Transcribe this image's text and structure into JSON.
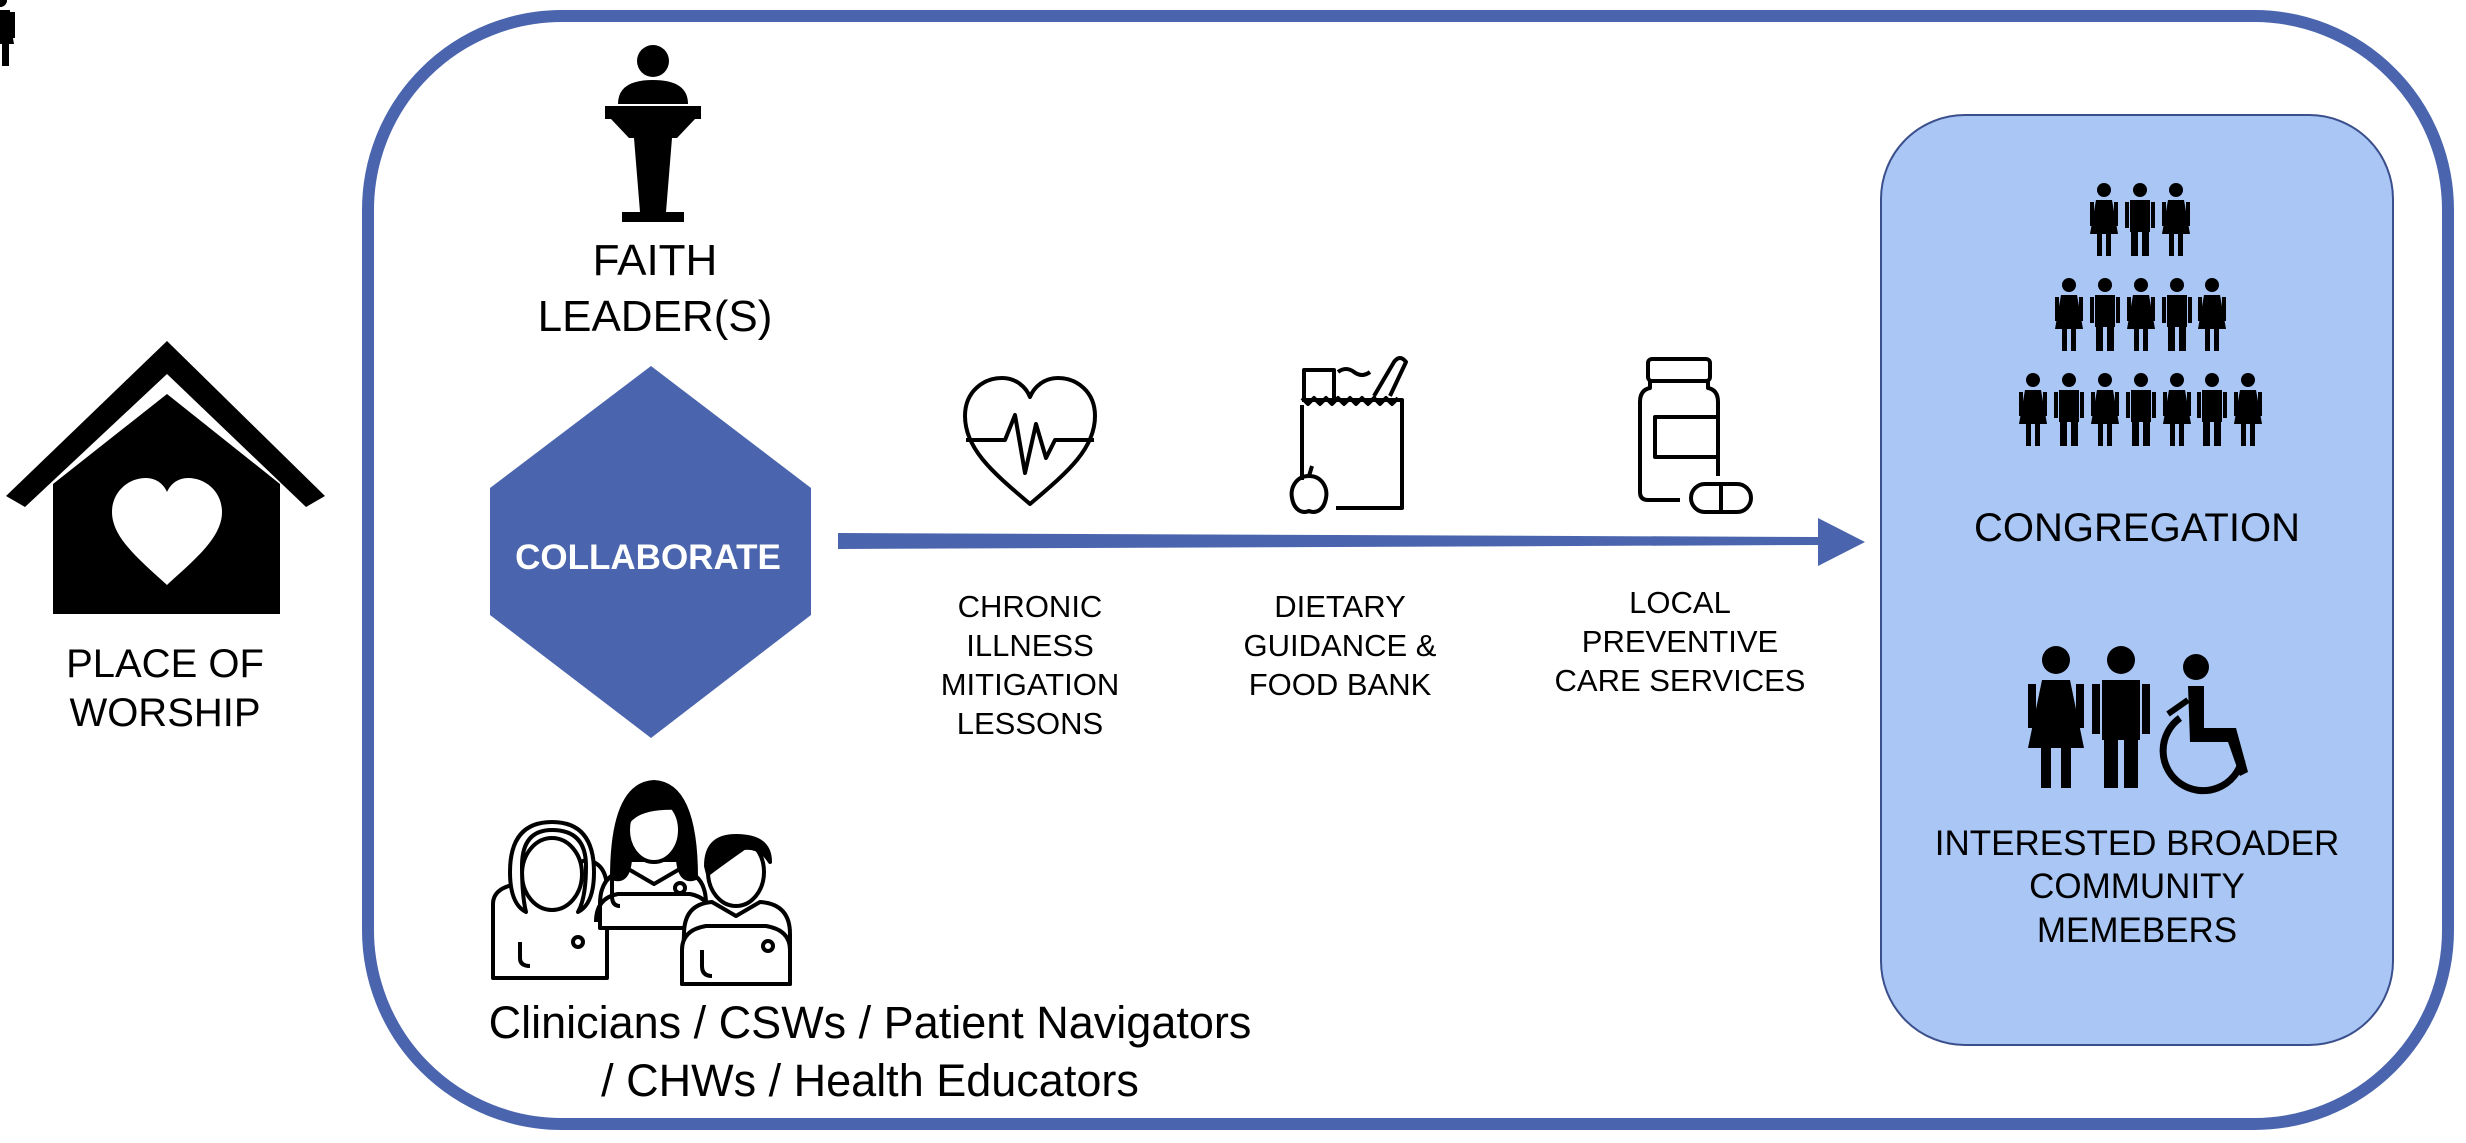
{
  "place_of_worship": {
    "label": "PLACE OF\nWORSHIP",
    "icon": "house-heart-icon"
  },
  "faith_leader": {
    "label": "FAITH\nLEADER(S)",
    "icon": "podium-speaker-icon"
  },
  "collaborate": {
    "label": "COLLABORATE",
    "color": "#4a65ae"
  },
  "clinicians": {
    "label": "Clinicians / CSWs / Patient Navigators\n/ CHWs / Health Educators",
    "icon": "clinicians-icon"
  },
  "services": [
    {
      "label": "CHRONIC\nILLNESS\nMITIGATION\nLESSONS",
      "icon": "heart-pulse-icon"
    },
    {
      "label": "DIETARY\nGUIDANCE &\nFOOD BANK",
      "icon": "grocery-bag-icon"
    },
    {
      "label": "LOCAL\nPREVENTIVE\nCARE SERVICES",
      "icon": "medicine-bottle-icon"
    }
  ],
  "congregation": {
    "label": "CONGREGATION",
    "icon": "congregation-crowd-icon"
  },
  "broader_community": {
    "label": "INTERESTED BROADER\nCOMMUNITY\nMEMEBERS",
    "icon": "community-people-icon"
  },
  "colors": {
    "frame": "#4a65ae",
    "panel": "#a9c6f4",
    "panel_border": "#3a4f8c"
  }
}
